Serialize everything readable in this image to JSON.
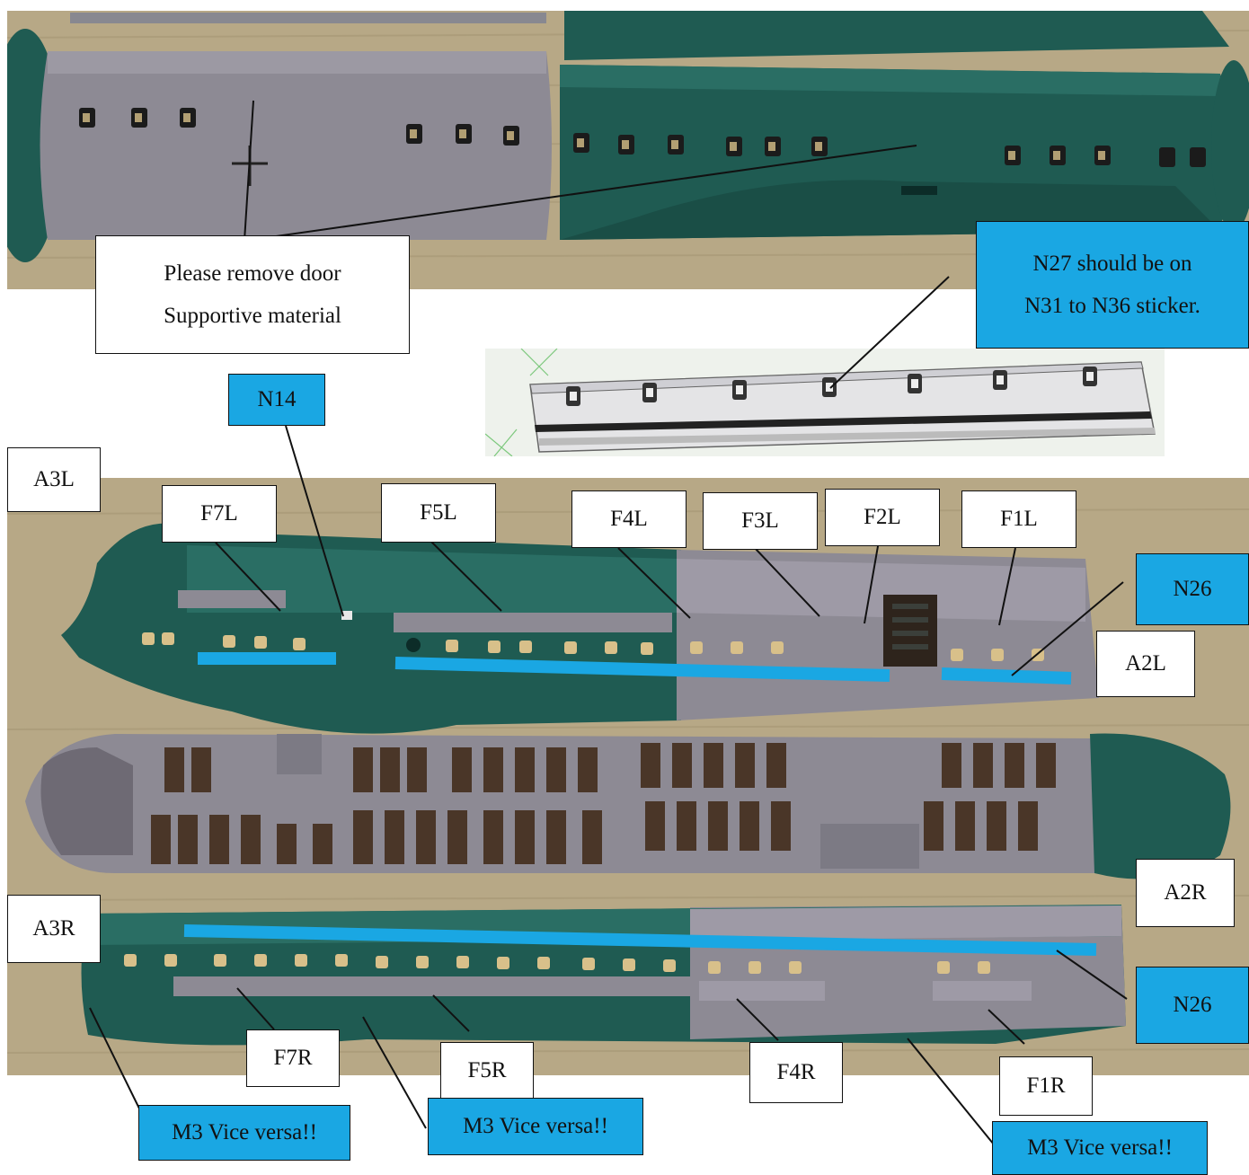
{
  "colors": {
    "callout_blue": "#1aa7e3",
    "callout_white": "#ffffff",
    "highlight_bar": "#1aa7e3",
    "hull_green": "#1f5b52",
    "hull_grey": "#8d8a94",
    "tatami": "#b7a886"
  },
  "callouts": {
    "door_note": {
      "line1": "Please remove door",
      "line2": "Supportive material"
    },
    "n27_note": {
      "line1": "N27 should be on",
      "line2": "N31 to N36 sticker."
    },
    "n14": "N14",
    "a3l": "A3L",
    "f7l": "F7L",
    "f5l": "F5L",
    "f4l": "F4L",
    "f3l": "F3L",
    "f2l": "F2L",
    "f1l": "F1L",
    "n26_top": "N26",
    "a2l": "A2L",
    "a2r": "A2R",
    "a3r": "A3R",
    "n26_bottom": "N26",
    "f7r": "F7R",
    "f5r": "F5R",
    "f4r": "F4R",
    "f1r": "F1R",
    "m3_left": "M3 Vice versa!!",
    "m3_mid": "M3 Vice versa!!",
    "m3_right": "M3 Vice versa!!"
  }
}
